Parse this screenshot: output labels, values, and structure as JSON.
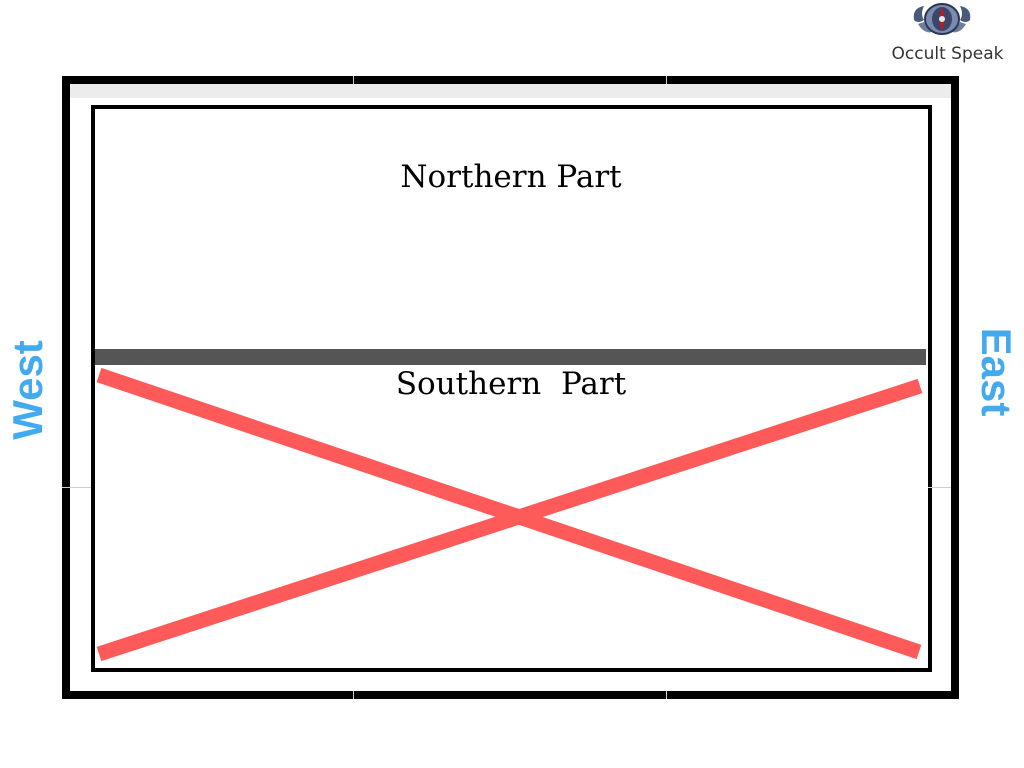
{
  "logo": {
    "text": "Occult Speak",
    "icon": "emblem-icon"
  },
  "diagram": {
    "north_label": "Northern Part",
    "south_label": "Southern  Part",
    "west_label": "West",
    "east_label": "East",
    "cross_color": "#ff5a5a",
    "divider_color": "#555555",
    "direction_color": "#44aaf0"
  }
}
